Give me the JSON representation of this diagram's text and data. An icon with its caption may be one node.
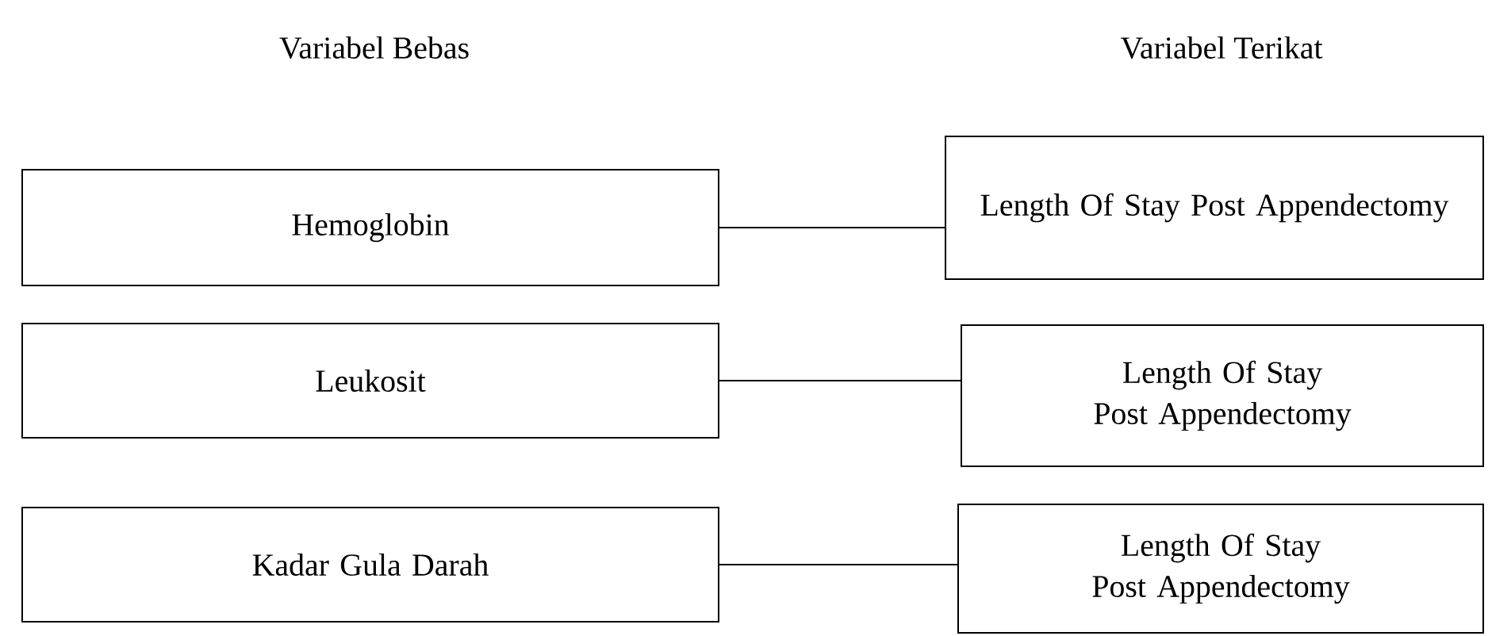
{
  "diagram": {
    "nodes": [
      {
        "text": [
          "Hemoglobin"
        ]
      },
      {
        "text": [
          "Leukosit"
        ]
      },
      {
        "text": [
          "Kadar Gula Darah"
        ]
      },
      {
        "text": [
          "Length Of Stay Post Appendectomy"
        ]
      },
      {
        "text": [
          "Length Of Stay Post Appendectomy"
        ]
      },
      {
        "text": [
          "Length Of Stay Post Appendectomy"
        ]
      }
    ],
    "edges": [
      {
        "from": 0,
        "to": 3,
        "arrow": "none"
      },
      {
        "from": 1,
        "to": 4,
        "arrow": "none"
      },
      {
        "from": 2,
        "to": 5,
        "arrow": "none"
      }
    ],
    "labels": [
      "Variabel Bebas",
      "Variabel Terikat"
    ]
  }
}
